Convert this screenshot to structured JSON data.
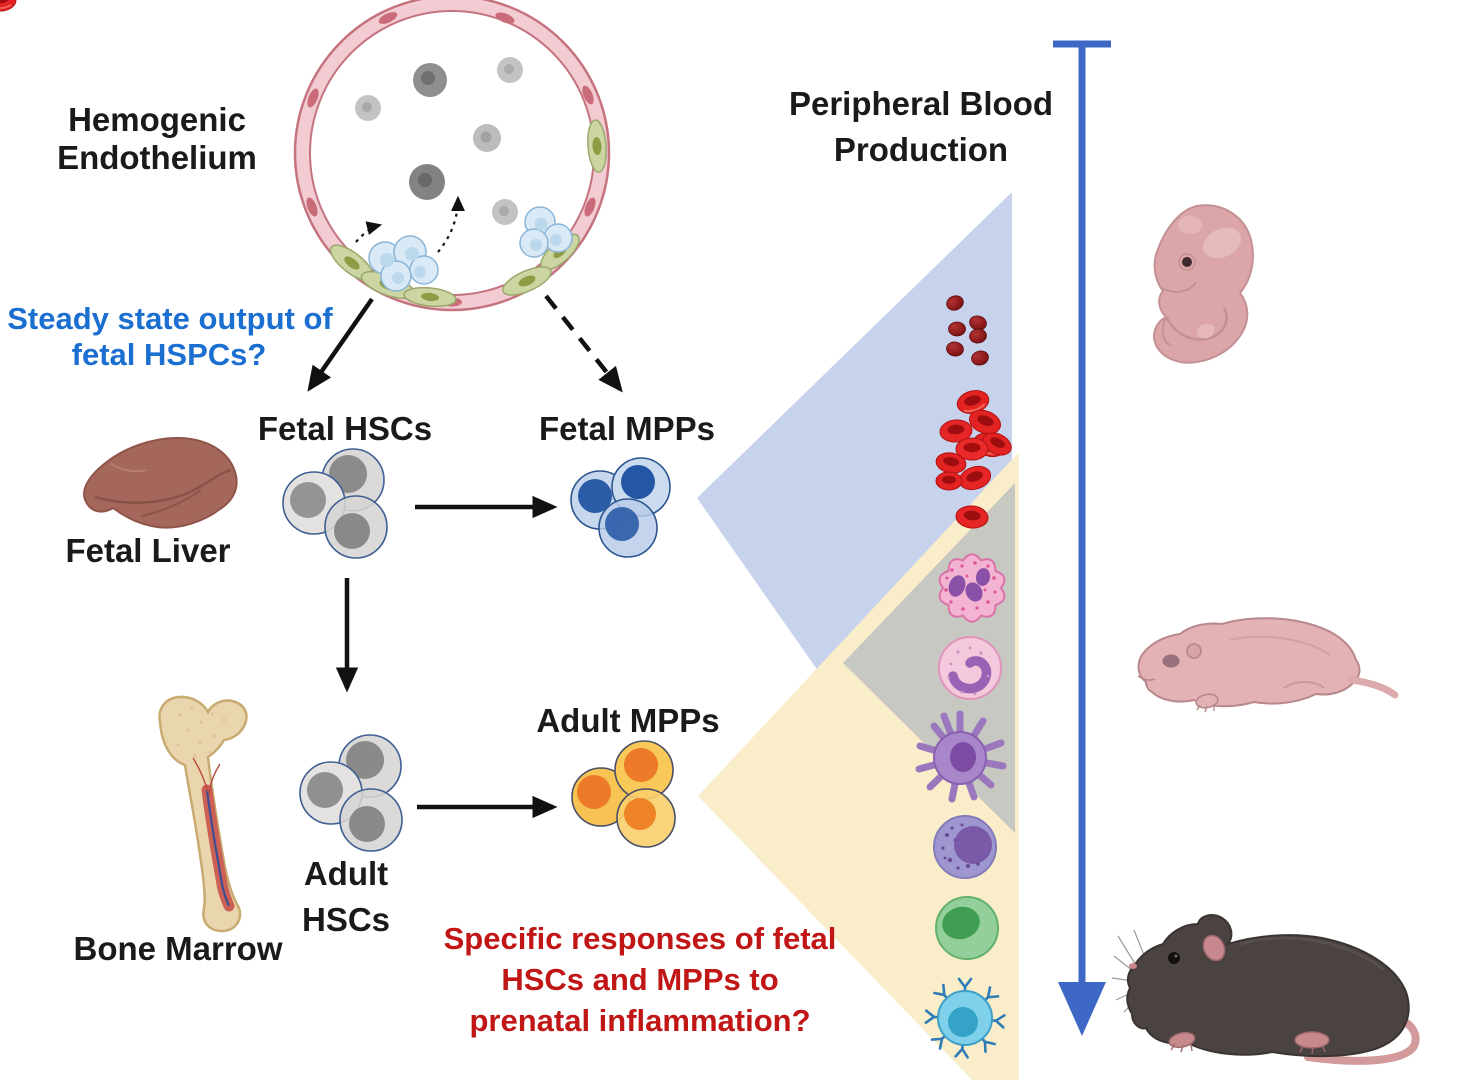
{
  "figure": {
    "type": "scientific-schematic",
    "topic": "Fetal and adult hematopoietic stem/progenitor cell output and peripheral blood production"
  },
  "labels": {
    "hemogenic_1": "Hemogenic",
    "hemogenic_2": "Endothelium",
    "steady_1": "Steady state output of",
    "steady_2": "fetal HSPCs?",
    "fetal_hscs": "Fetal HSCs",
    "fetal_mpps": "Fetal MPPs",
    "fetal_liver": "Fetal Liver",
    "adult_mpps": "Adult MPPs",
    "adult_1": "Adult",
    "adult_2": "HSCs",
    "bone_marrow": "Bone Marrow",
    "peripheral_1": "Peripheral Blood",
    "peripheral_2": "Production",
    "question_red_1": "Specific responses of fetal",
    "question_red_2": "HSCs and MPPs to",
    "question_red_3": "prenatal inflammation?"
  },
  "colors": {
    "text_black": "#1a1a1a",
    "text_blue": "#1b6fd1",
    "text_red": "#c11616",
    "timeline_blue": "#3e68c6",
    "fan_blue": "#c7d3ec",
    "fan_gray": "#c7c8c2",
    "fan_yellow": "#faedca",
    "hsc_gray": "#dcdad8",
    "fetal_mpp_blue": "#c6d7ee",
    "fetal_mpp_nucleus": "#2b5ca8",
    "adult_mpp_yellow": "#f7c454",
    "adult_mpp_nucleus": "#ec7a28",
    "vessel_pink": "#f2ccd2",
    "vessel_outline": "#c4737f",
    "endothelial_green": "#ccd6a2",
    "budding_hspc_blue": "#d9e9f6",
    "liver_brown": "#a5675c",
    "bone_tan": "#e9d6ae"
  },
  "peripheral_cells": [
    "platelets",
    "red-blood-cells",
    "neutrophil",
    "band-cell",
    "dendritic-cell",
    "monocyte",
    "lymphocyte",
    "b-cell"
  ],
  "developmental_stages": [
    "embryo",
    "newborn-pup",
    "adult-mouse"
  ]
}
